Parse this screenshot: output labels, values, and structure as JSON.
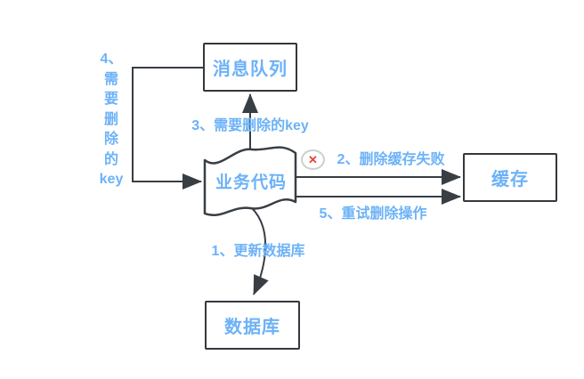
{
  "diagram": {
    "colors": {
      "label_blue": "#6cb2f7",
      "line_dark": "#383e44",
      "node_border": "#33383e",
      "error_red": "#e84338",
      "icon_ring": "#c9d2ca",
      "background": "#ffffff"
    },
    "nodes": {
      "message_queue": {
        "label": "消息队列"
      },
      "business_code": {
        "label": "业务代码"
      },
      "cache": {
        "label": "缓存"
      },
      "database": {
        "label": "数据库"
      }
    },
    "edges": {
      "update_db": {
        "label": "1、更新数据库"
      },
      "delete_cache_fail": {
        "label": "2、删除缓存失败"
      },
      "send_key_to_mq": {
        "label": "3、需要删除的key"
      },
      "key_from_mq": {
        "label": "4、\n需\n要\n删\n除\n的\nkey"
      },
      "retry_delete": {
        "label": "5、重试删除操作"
      }
    },
    "icons": {
      "error_glyph": "✕"
    }
  }
}
